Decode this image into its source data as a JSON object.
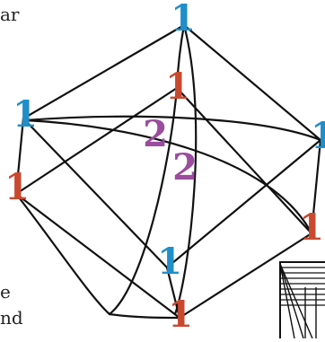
{
  "colors": {
    "blue": "#1f8ec9",
    "red": "#c9492f",
    "purple": "#9a4c9e",
    "line": "#111111"
  },
  "side_text": {
    "top": "ar",
    "mid": "e",
    "bottom": "nd"
  },
  "vertex_labels": [
    {
      "id": "top",
      "text": "1",
      "color": "blue"
    },
    {
      "id": "left",
      "text": "1",
      "color": "blue"
    },
    {
      "id": "right",
      "text": "1",
      "color": "blue"
    },
    {
      "id": "bottom-front",
      "text": "1",
      "color": "blue"
    },
    {
      "id": "inner-top",
      "text": "1",
      "color": "red"
    },
    {
      "id": "left-low",
      "text": "1",
      "color": "red"
    },
    {
      "id": "right-low",
      "text": "1",
      "color": "red"
    },
    {
      "id": "bottom",
      "text": "1",
      "color": "red"
    },
    {
      "id": "center-upper",
      "text": "2",
      "color": "purple"
    },
    {
      "id": "center-lower",
      "text": "2",
      "color": "purple"
    }
  ],
  "inset_icon": "striped-square-icon"
}
